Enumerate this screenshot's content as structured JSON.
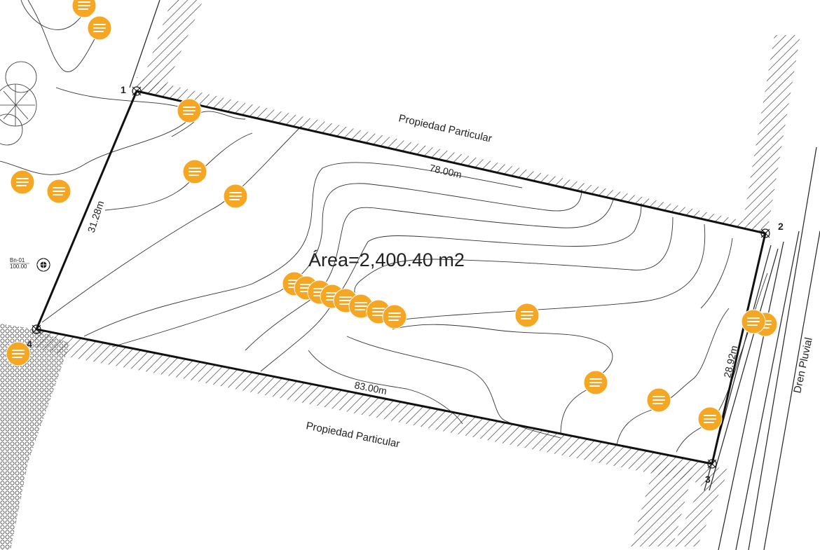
{
  "plan": {
    "area_label": "Área=2,400.40 m2",
    "neighbor_north": "Propiedad Particular",
    "neighbor_south": "Propiedad Particular",
    "drain_label": "Dren Pluvial",
    "benchmark": {
      "name": "Bn-01",
      "elevation": "100.00"
    },
    "vertices": [
      {
        "id": "1"
      },
      {
        "id": "2"
      },
      {
        "id": "3"
      },
      {
        "id": "4"
      }
    ],
    "sides": {
      "top": "78.00m",
      "bottom": "83.00m",
      "left": "31.28m",
      "right": "28.92m"
    }
  },
  "comment_marker": {
    "icon": "comment-lines-icon",
    "color": "#f5a623",
    "count": 22
  }
}
